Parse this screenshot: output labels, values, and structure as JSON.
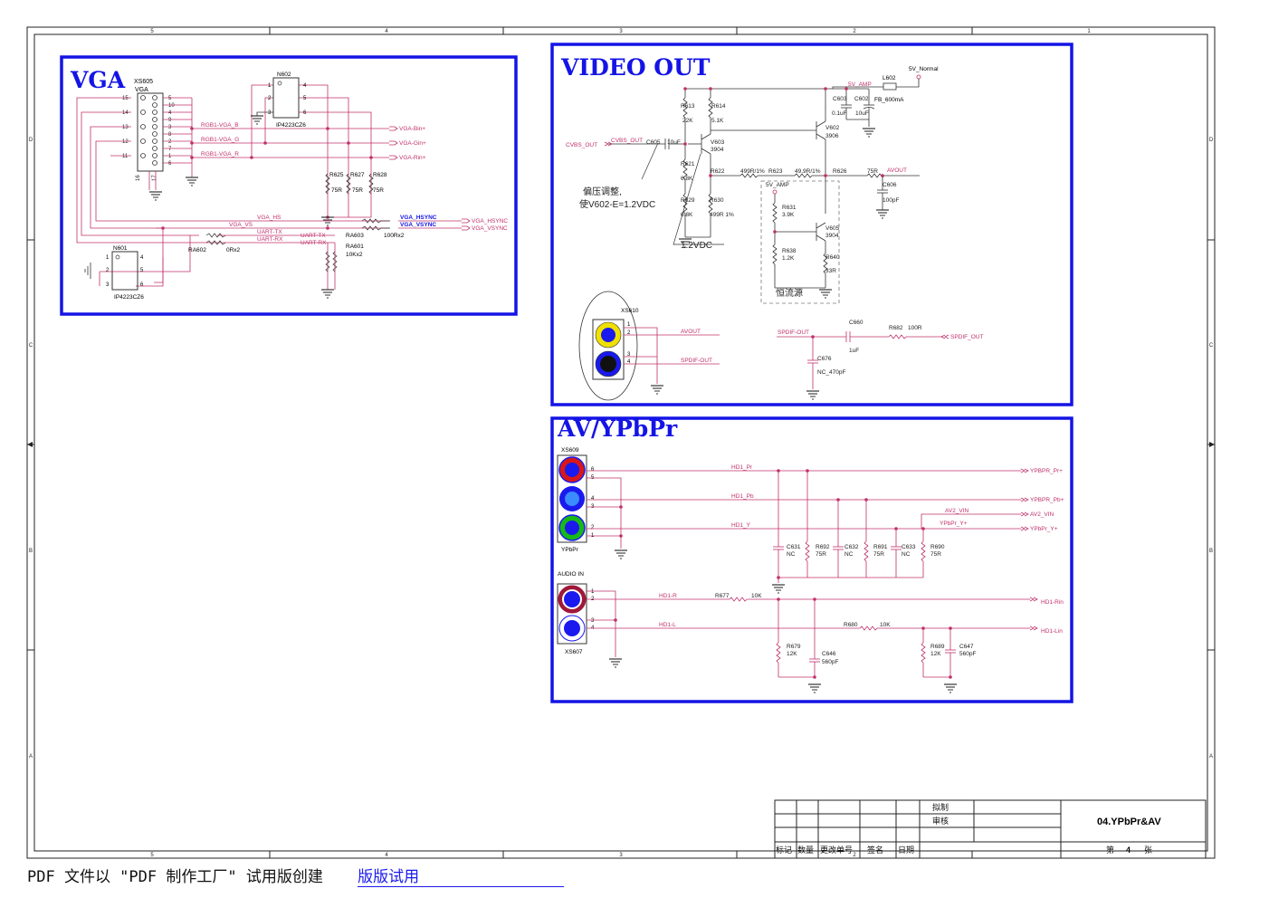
{
  "border": {
    "top_numbers": [
      "5",
      "4",
      "3",
      "2",
      "1"
    ],
    "bottom_numbers": [
      "5",
      "4",
      "3",
      "2"
    ],
    "side_letters": [
      "D",
      "C",
      "B",
      "A"
    ]
  },
  "vga": {
    "title": "VGA",
    "connector": "XS605",
    "connector_sub": "VGA",
    "pins_left": [
      "15",
      "14",
      "13",
      "12",
      "11"
    ],
    "pins_right": [
      "5",
      "10",
      "4",
      "9",
      "3",
      "8",
      "2",
      "7",
      "1",
      "6"
    ],
    "pins_bottom": [
      "16",
      "17"
    ],
    "n602": "N602",
    "n602_part": "IP4223CZ6",
    "n602_pins": [
      "1",
      "2",
      "3",
      "4",
      "5",
      "6"
    ],
    "n601": "N601",
    "n601_part": "IP4223CZ6",
    "n601_pins": [
      "1",
      "2",
      "3",
      "4",
      "5",
      "6"
    ],
    "nets": {
      "b": "RGB1-VGA_B",
      "g": "RGB1-VGA_G",
      "r": "RGB1-VGA_R",
      "hs": "VGA_HS",
      "vs": "VGA_VS",
      "tx": "UART-TX",
      "rx": "UART-RX",
      "hsync": "VGA_HSYNC",
      "vsync": "VGA_VSYNC"
    },
    "ports": {
      "b": "VGA-Bin+",
      "g": "VGA-Gin+",
      "r": "VGA-Rin+",
      "hsync": "VGA_HSYNC",
      "vsync": "VGA_VSYNC"
    },
    "r625": "R625",
    "r627": "R627",
    "r628": "R628",
    "r_val": "75R",
    "ra602": "RA602",
    "ra602_val": "0Rx2",
    "ra603": "RA603",
    "ra603_val": "100Rx2",
    "ra601": "RA601",
    "ra601_val": "10Kx2"
  },
  "video_out": {
    "title": "VIDEO OUT",
    "supply": "5V_Normal",
    "l602": "L602",
    "l602_val": "FB_600mA",
    "amp": "5V_AMP",
    "c603": "C603",
    "c603_val": "0.1uF",
    "c602": "C602",
    "c602_val": "10uF",
    "r613": "R613",
    "r613_val": "22K",
    "r614": "R614",
    "r614_val": "5.1K",
    "v602": "V602",
    "v602_val": "3906",
    "v603": "V603",
    "v603_val": "3904",
    "cvbs_port": "CVBS_OUT",
    "cvbs_net": "CVBS_OUT",
    "c605": "C605",
    "c605_val": "10uF",
    "r621": "R621",
    "r621_val": "6.8K",
    "r629": "R629",
    "r629_val": "6.8K",
    "r630": "R630",
    "r630_val": "499R 1%",
    "r622": "R622",
    "r622_val": "499R/1%",
    "r623": "R623",
    "r623_val": "49.9R/1%",
    "r626": "R626",
    "r626_val": "75R",
    "avout": "AVOUT",
    "c606": "C606",
    "c606_val": "100pF",
    "amp2": "5V_AMP",
    "r631": "R631",
    "r631_val": "3.9K",
    "r638": "R638",
    "r638_val": "1.2K",
    "r640": "R640",
    "r640_val": "33R",
    "v605": "V605",
    "v605_val": "3904",
    "note_line1": "偏压调整,",
    "note_line2": "使V602-E=1.2VDC",
    "note_12v": "1.2VDC",
    "ccs_label": "恒流源",
    "xs610": "XS610",
    "xs610_pins": [
      "1",
      "2",
      "3",
      "4"
    ],
    "avout_net": "AVOUT",
    "spdif_net": "SPDIF-OUT",
    "spdif_out": "SPDIF-OUT",
    "c660": "C660",
    "c660_val": "1uF",
    "r682": "R682",
    "r682_val": "100R",
    "spdif_port": "SPDIF_OUT",
    "c676": "C676",
    "c676_val": "NC_470pF"
  },
  "av": {
    "title": "AV/YPbPr",
    "xs609": "XS609",
    "xs609_sub": "YPbPr",
    "xs609_pins": [
      "6",
      "5",
      "4",
      "3",
      "2",
      "1"
    ],
    "nets": {
      "pr": "HD1_Pr",
      "pb": "HD1_Pb",
      "y": "HD1_Y"
    },
    "ports": {
      "pr": "YPBPR_Pr+",
      "pb": "YPBPR_Pb+",
      "av2": "AV2_VIN",
      "y": "YPbPr_Y+"
    },
    "av2_net": "AV2_VIN",
    "y_net": "YPbPr_Y+",
    "c631": "C631",
    "c632": "C632",
    "c633": "C633",
    "nc": "NC",
    "r692": "R692",
    "r691": "R691",
    "r690": "R690",
    "r_75": "75R",
    "audio_in": "AUDIO IN",
    "xs607": "XS607",
    "xs607_pins": [
      "1",
      "2",
      "3",
      "4"
    ],
    "hd1r": "HD1-R",
    "hd1l": "HD1-L",
    "r677": "R677",
    "r677_val": "10K",
    "r680": "R680",
    "r680_val": "10K",
    "port_rin": "HD1-Rin",
    "port_lin": "HD1-Lin",
    "r679": "R679",
    "r679_val": "12K",
    "c646": "C646",
    "c646_val": "560pF",
    "r689": "R689",
    "r689_val": "12K",
    "c647": "C647",
    "c647_val": "560pF"
  },
  "title_block": {
    "draft": "拟制",
    "review": "审核",
    "sheet_title": "04.YPbPr&AV",
    "h_mark": "标记",
    "h_qty": "数量",
    "h_change": "更改单号",
    "h_sign": "签名",
    "h_date": "日期",
    "sheet_prefix": "第",
    "sheet_no": "4",
    "sheet_suffix": "张"
  },
  "footer": {
    "text": "PDF 文件以 \"PDF 制作工厂\" 试用版创建",
    "link": "版版试用"
  },
  "colors": {
    "frame": "#1414e6",
    "wire": "#c0306a",
    "ink": "#222222",
    "jack_yellow": "#f0e000",
    "jack_blue": "#1a1aee",
    "jack_red": "#d81818",
    "jack_green": "#18b818"
  }
}
